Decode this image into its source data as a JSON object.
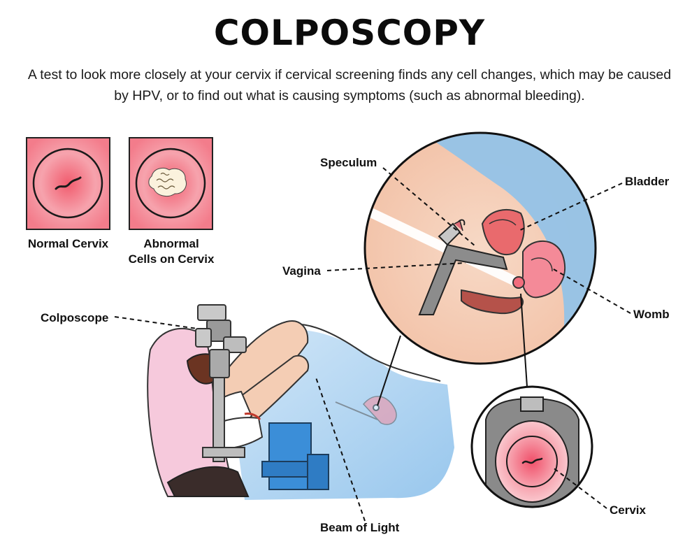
{
  "title": "COLPOSCOPY",
  "subtitle": "A test to look more closely at your cervix if cervical screening finds any cell changes, which may be caused by HPV, or to find out what is causing symptoms (such as abnormal bleeding).",
  "thumbnails": {
    "normal_label": "Normal Cervix",
    "abnormal_label_line1": "Abnormal",
    "abnormal_label_line2": "Cells on Cervix"
  },
  "labels": {
    "speculum": "Speculum",
    "bladder": "Bladder",
    "vagina": "Vagina",
    "womb": "Womb",
    "colposcope": "Colposcope",
    "cervix": "Cervix",
    "beam_of_light": "Beam of Light"
  },
  "colors": {
    "pink": "#f26d7d",
    "skin_light": "#f4cdb4",
    "blue": "#8fc2ea",
    "dark_skin": "#6b3422",
    "coat": "#f6c9dc"
  }
}
